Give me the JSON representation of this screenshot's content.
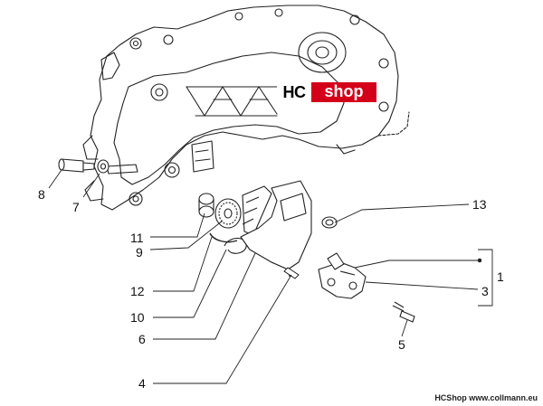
{
  "logo": {
    "hc": "HC",
    "shop": "shop",
    "brand_color": "#d4001a"
  },
  "callouts": {
    "c1": "1",
    "c3": "3",
    "c4": "4",
    "c5": "5",
    "c6": "6",
    "c7": "7",
    "c8": "8",
    "c9": "9",
    "c10": "10",
    "c11": "11",
    "c12": "12",
    "c13": "13"
  },
  "credit": "HCShop www.collmann.eu"
}
